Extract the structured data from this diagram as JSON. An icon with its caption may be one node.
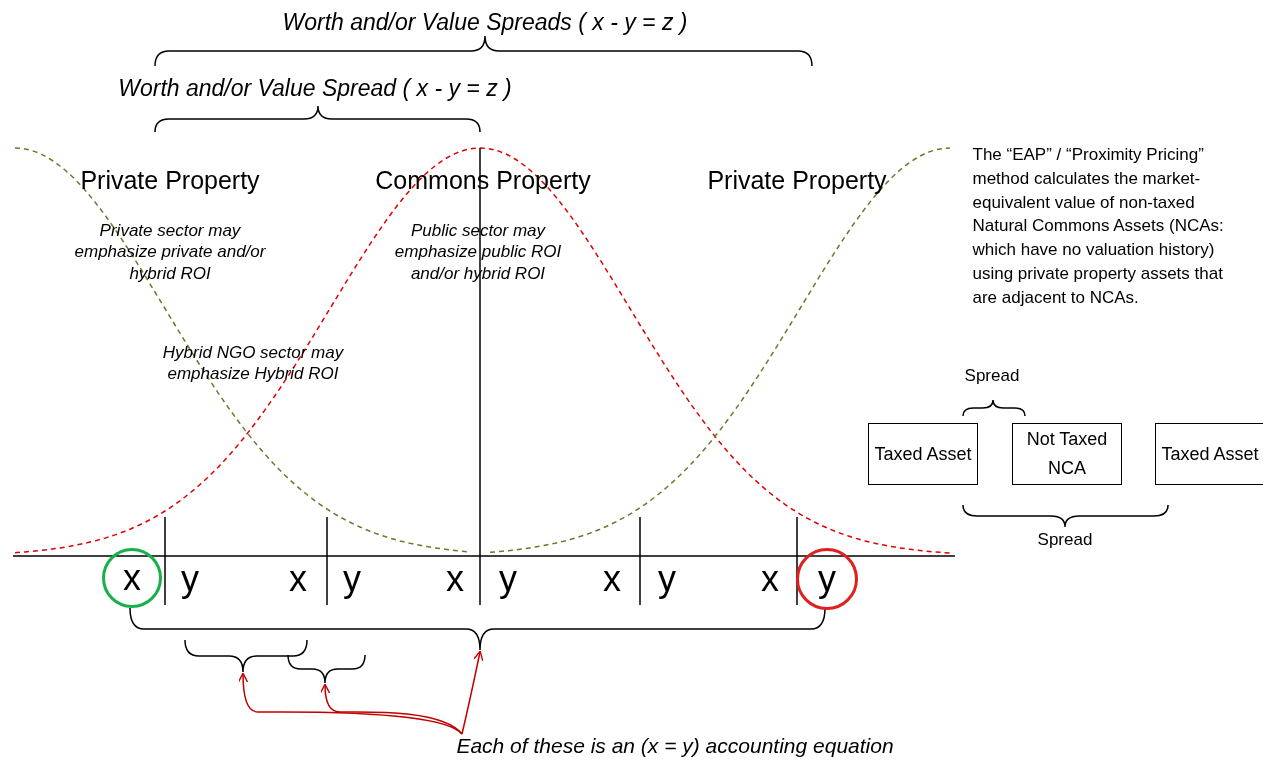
{
  "diagram": {
    "nodes": [
      {
        "text": [
          "Taxed Asset"
        ]
      },
      {
        "text": [
          "Not Taxed NCA"
        ]
      },
      {
        "text": [
          "Taxed Asset"
        ]
      },
      {
        "text": [
          "x"
        ]
      },
      {
        "text": [
          "y"
        ]
      },
      {
        "text": [],
        "shape": "brace"
      },
      {
        "text": [],
        "shape": "brace"
      },
      {
        "text": [],
        "shape": "brace"
      },
      {
        "text": [
          "Each of these is an (x = y) accounting equation"
        ]
      }
    ],
    "edges": [
      {
        "from": 8,
        "to": 6,
        "arrow": "to"
      },
      {
        "from": 8,
        "to": 7,
        "arrow": "to"
      },
      {
        "from": 8,
        "to": 5,
        "arrow": "to"
      }
    ],
    "labels": [
      "Worth and/or Value Spreads ( x - y = z )",
      "Worth and/or Value Spread ( x - y = z )",
      "Private Property",
      "Commons Property",
      "Private Property",
      "The “EAP” / “Proximity Pricing” method calculates the market-equivalent value of non-taxed Natural Commons Assets (NCAs: which have no valuation history) using private property assets that are adjacent to NCAs.",
      "Private sector may emphasize private and/or hybrid ROI",
      "Public sector may emphasize public ROI and/or hybrid ROI",
      "Hybrid NGO sector may emphasize Hybrid ROI",
      "Spread",
      "Spread",
      "y",
      "x",
      "y",
      "x",
      "y",
      "x",
      "y",
      "x"
    ]
  }
}
